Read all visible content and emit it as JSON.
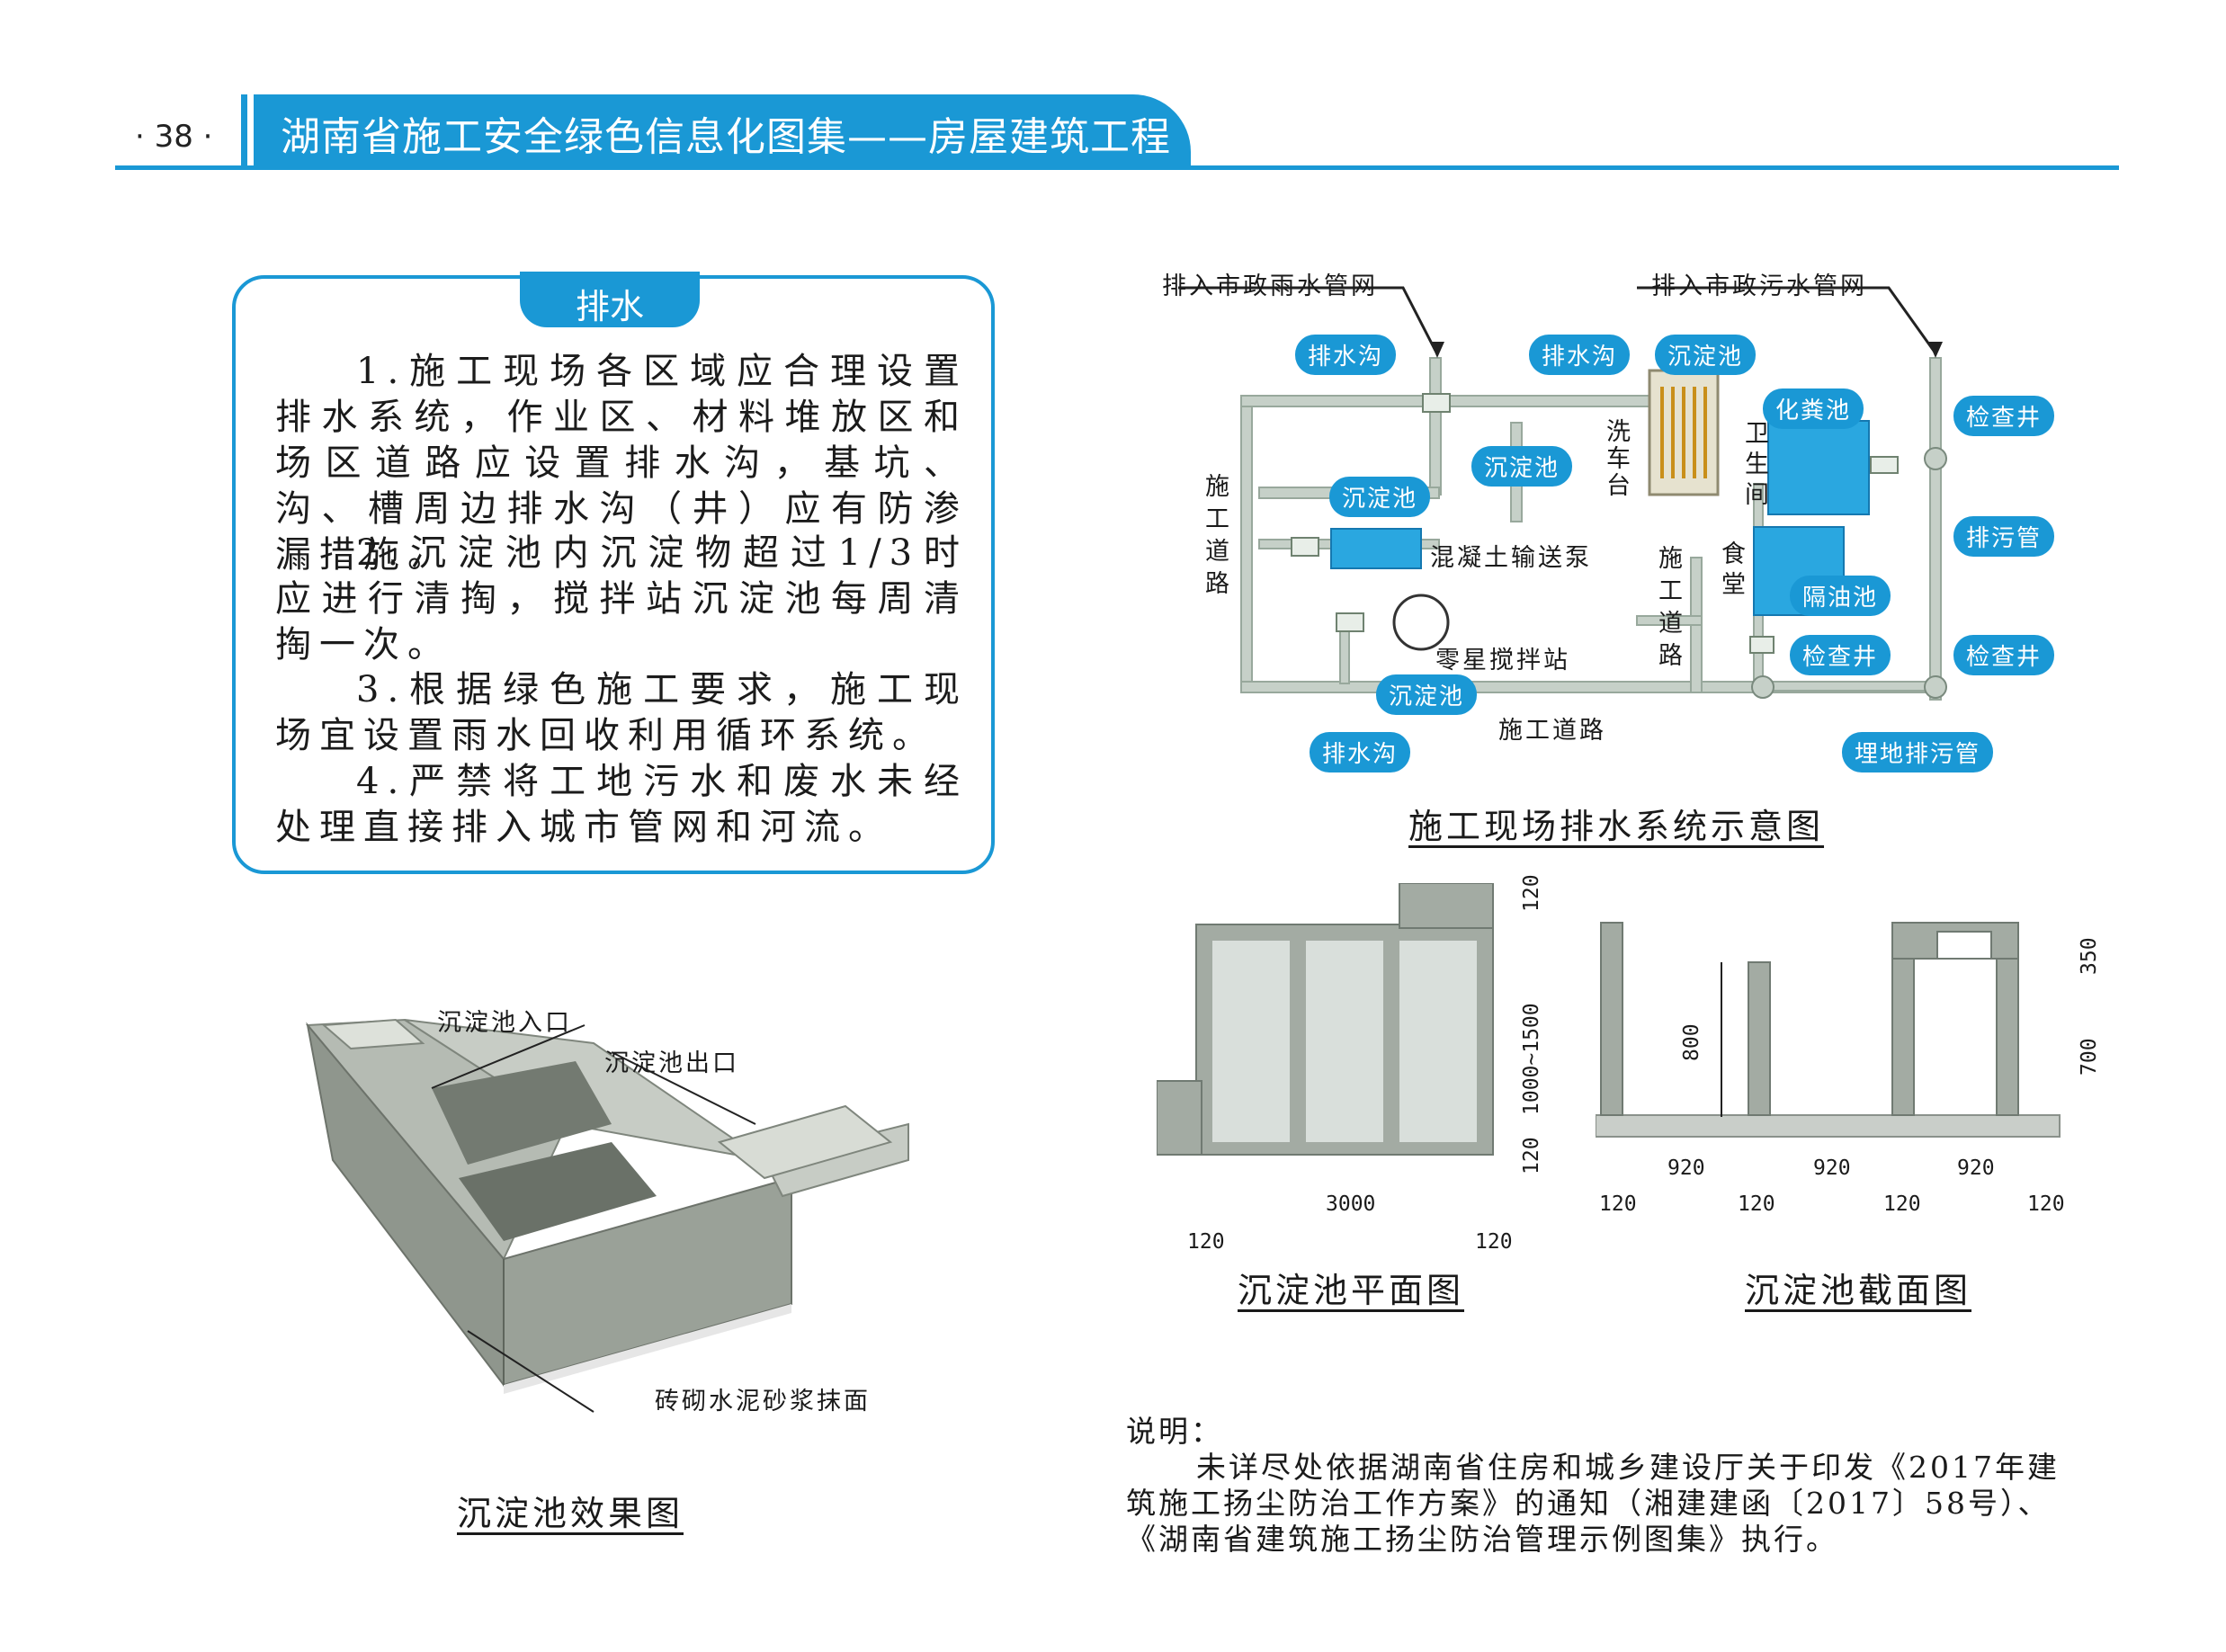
{
  "header": {
    "page_number": "· 38 ·",
    "title": "湖南省施工安全绿色信息化图集——房屋建筑工程"
  },
  "panel": {
    "title": "排水",
    "items": [
      "1.施工现场各区域应合理设置排水系统，作业区、材料堆放区和场区道路应设置排水沟，基坑、沟、槽周边排水沟（井）应有防渗漏措施。",
      "2.沉淀池内沉淀物超过1/3时应进行清掏，搅拌站沉淀池每周清掏一次。",
      "3.根据绿色施工要求，施工现场宜设置雨水回收利用循环系统。",
      "4.严禁将工地污水和废水未经处理直接排入城市管网和河流。"
    ]
  },
  "site_diagram": {
    "caption": "施工现场排水系统示意图",
    "labels": {
      "rain_outlet": "排入市政雨水管网",
      "sewage_outlet": "排入市政污水管网",
      "drain_ditch": "排水沟",
      "settling_tank": "沉淀池",
      "septic_tank": "化粪池",
      "inspection_well": "检查井",
      "sewage_pipe": "排污管",
      "grease_trap": "隔油池",
      "buried_sewage_pipe": "埋地排污管",
      "car_wash": "洗车台",
      "toilet": "卫生间",
      "canteen": "食堂",
      "pump": "混凝土输送泵",
      "mixing_station": "零星搅拌站",
      "road_left": "施工道路",
      "road_mid": "施工道路",
      "road_bottom": "施工道路"
    }
  },
  "effect_view": {
    "caption": "沉淀池效果图",
    "inlet": "沉淀池入口",
    "outlet": "沉淀池出口",
    "surface": "砖砌水泥砂浆抹面"
  },
  "plan_view": {
    "caption": "沉淀池平面图",
    "dims": {
      "width": "3000",
      "wall_l": "120",
      "wall_r": "120",
      "depth": "1000~1500",
      "top": "120",
      "bottom": "120"
    }
  },
  "section_view": {
    "caption": "沉淀池截面图",
    "dims": {
      "h800": "800",
      "h350": "350",
      "h700": "700",
      "w1": "920",
      "w2": "920",
      "w3": "920",
      "t1": "120",
      "t2": "120",
      "t3": "120",
      "t4": "120"
    }
  },
  "notes": {
    "heading": "说明：",
    "line1": "未详尽处依据湖南省住房和城乡建设厅关于印发《2017年建",
    "line2": "筑施工扬尘防治工作方案》的通知（湘建建函〔2017〕58号）、",
    "line3": "《湖南省建筑施工扬尘防治管理示例图集》执行。"
  },
  "colors": {
    "accent": "#1a98d5",
    "concrete": "#a9b0a8",
    "pool": "#2aa7e0"
  }
}
